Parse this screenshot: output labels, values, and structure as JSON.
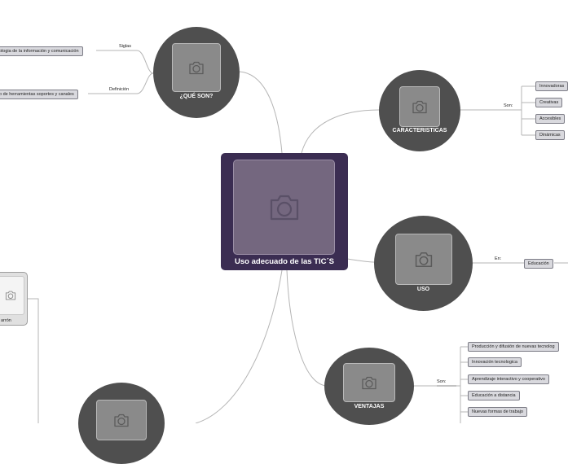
{
  "central": {
    "title": "Uso adecuado de las TIC´S",
    "image_icon": "camera-icon"
  },
  "que_son": {
    "title": "¿QUÉ SON?",
    "image_icon": "camera-icon",
    "connectors": [
      "Siglas",
      "Definición"
    ],
    "items": [
      "ologia de la información y comunicación",
      "o de herramientas soportes y canales"
    ]
  },
  "caracteristicas": {
    "title": "CARACTERISTICAS",
    "image_icon": "camera-icon",
    "connector": "Son:",
    "items": [
      "Innovadoras",
      "Creativas",
      "Accesibles",
      "Dinámicas"
    ]
  },
  "uso": {
    "title": "USO",
    "image_icon": "camera-icon",
    "connector": "En:",
    "items": [
      "Educación"
    ]
  },
  "ventajas": {
    "title": "VENTAJAS",
    "image_icon": "camera-icon",
    "connector": "Son:",
    "items": [
      "Producción y difusión de nuevas tecnolog",
      "Innovación tecnologica",
      "Aprendizaje interactivo y cooperativo",
      "Educación a distancia",
      "Nuevas formas de trabajo"
    ]
  },
  "left_panel": {
    "label": "arrón",
    "image_icon": "camera-icon"
  },
  "bottom_node": {
    "image_icon": "camera-icon"
  },
  "colors": {
    "central_bg": "#3b2d52",
    "topic_bg": "#4f4f4f",
    "leaf_bg": "#d9d9de",
    "link": "#b5b5b5"
  }
}
